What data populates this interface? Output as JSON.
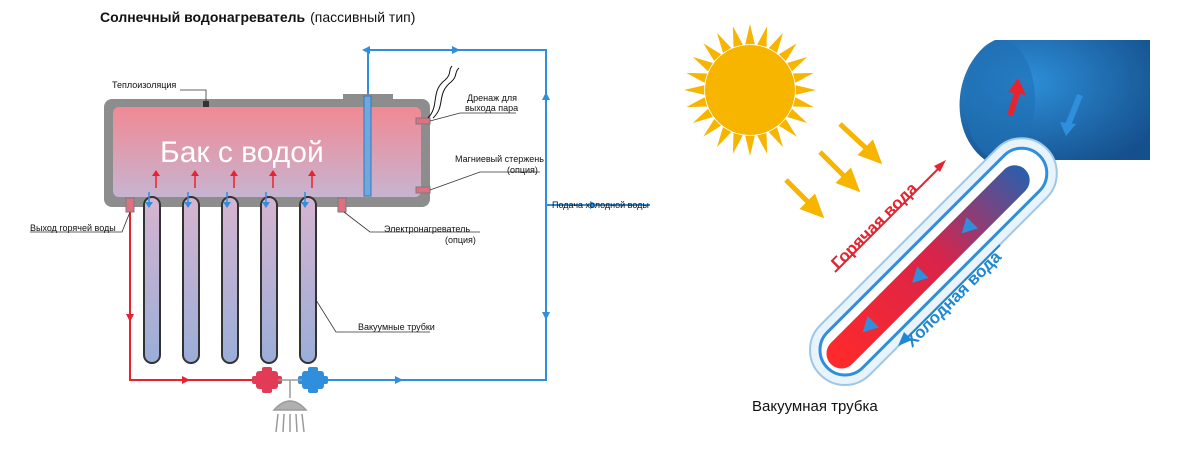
{
  "title": {
    "bold": "Солнечный водонагреватель",
    "normal": "(пассивный тип)"
  },
  "left_diagram": {
    "tank_label": "Бак с водой",
    "labels": {
      "insulation": "Теплоизоляция",
      "drain_line1": "Дренаж для",
      "drain_line2": "выхода пара",
      "magnesium_line1": "Магниевый стержень",
      "magnesium_line2": "(опция)",
      "cold_supply": "Подача холодной воды",
      "hot_outlet": "Выход горячей воды",
      "heater_line1": "Электронагреватель",
      "heater_line2": "(опция)",
      "vacuum_tubes": "Вакуумные трубки"
    },
    "colors": {
      "hot": "#e8232f",
      "cold": "#2f8fdc",
      "tank_shell": "#8f8f8f",
      "tank_fill_top": "#f08b96",
      "tank_fill_bottom": "#c8b3cf"
    }
  },
  "right_diagram": {
    "hot_water": "Горячая вода",
    "cold_water": "Холодная вода",
    "caption": "Вакуумная трубка",
    "colors": {
      "sun": "#f7b500",
      "hot": "#e8232f",
      "cold": "#1e88d2",
      "collector": "#1f6fb4"
    }
  }
}
